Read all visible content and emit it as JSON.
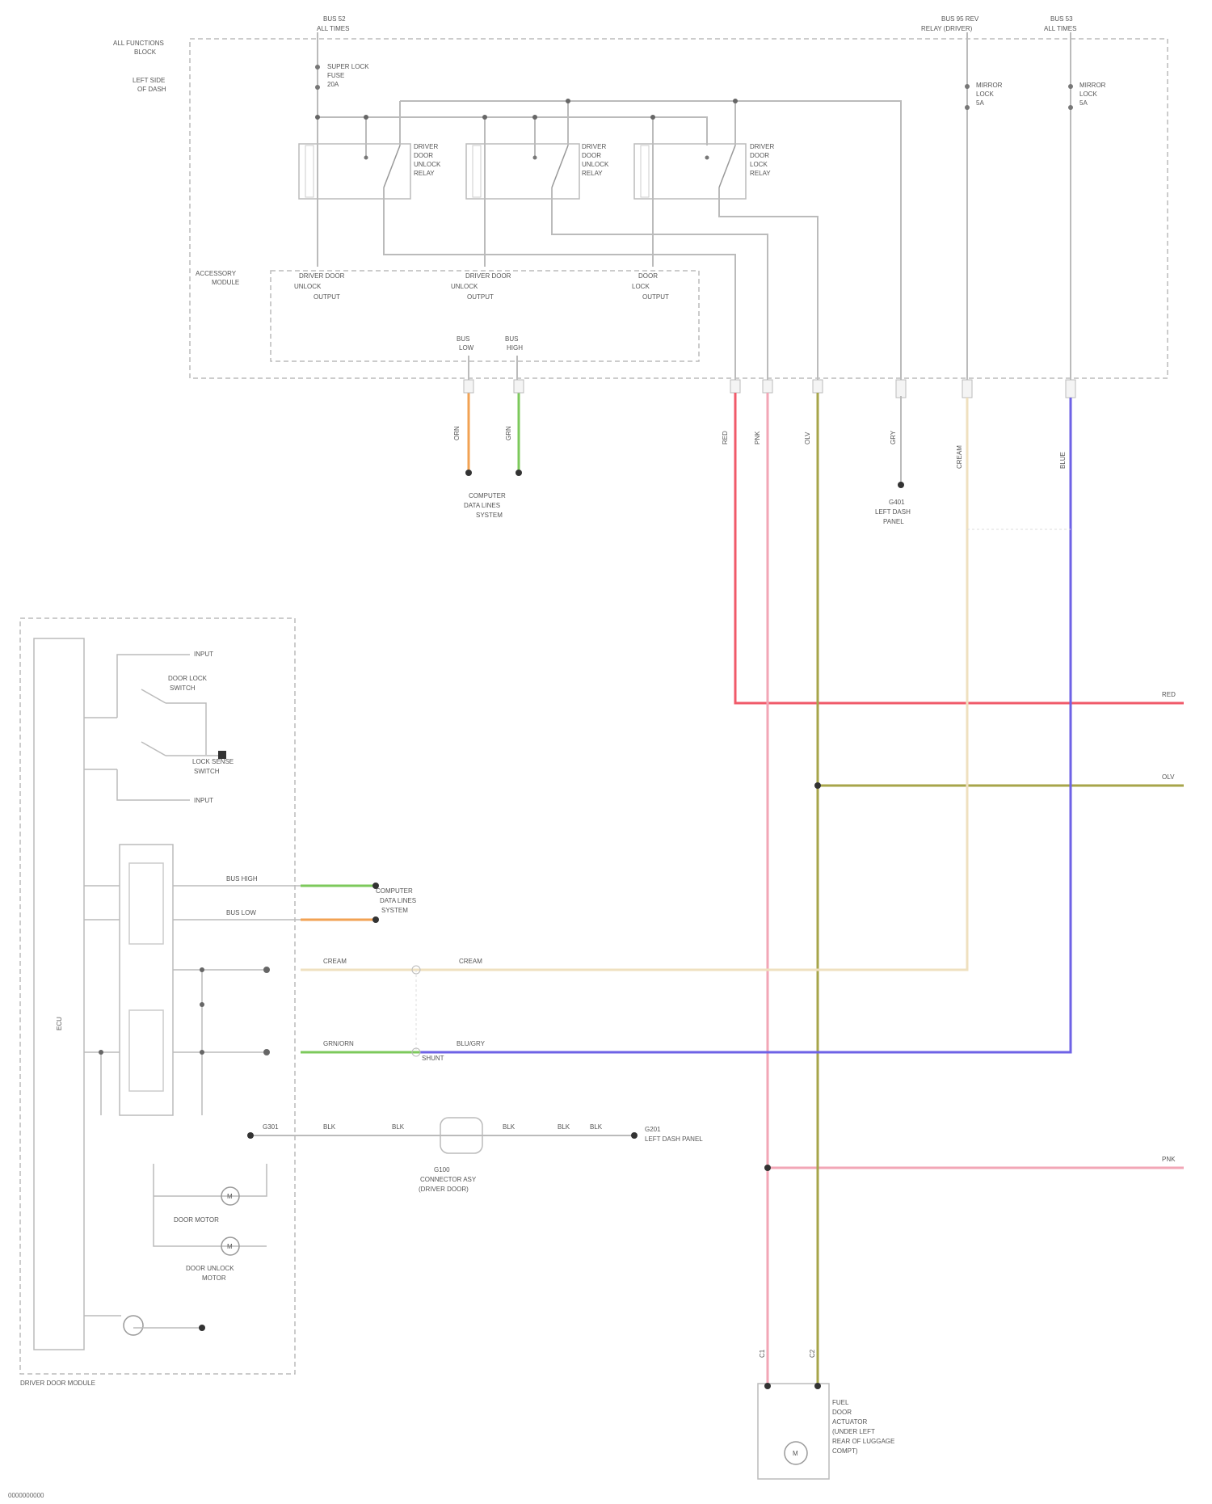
{
  "colors": {
    "red": "#f05a6a",
    "pink": "#f2a6b6",
    "olive": "#a7a54a",
    "cream": "#efe0bf",
    "blue": "#6e62e6",
    "orange": "#f2a253",
    "green": "#7cc95b",
    "grey": "#b9b9b9"
  },
  "text": {
    "top_left_fuse": [
      "BUS 52",
      "ALL TIMES"
    ],
    "top_mid_fuse": [
      "BUS 95 REV",
      "RELAY (DRIVER)"
    ],
    "top_right_fuse": [
      "BUS 53",
      "ALL TIMES"
    ],
    "box_title": [
      "ALL FUNCTIONS",
      "BLOCK"
    ],
    "box_sub": [
      "LEFT SIDE",
      "OF DASH"
    ],
    "fuse_a": [
      "SUPER LOCK",
      "FUSE",
      "20A"
    ],
    "relay_1": [
      "DRIVER",
      "DOOR",
      "UNLOCK",
      "RELAY"
    ],
    "relay_2": [
      "DRIVER",
      "DOOR",
      "UNLOCK",
      "RELAY"
    ],
    "relay_3": [
      "DRIVER",
      "DOOR",
      "LOCK",
      "RELAY"
    ],
    "fuse_b": [
      "MIRROR",
      "LOCK",
      "5A"
    ],
    "fuse_c": [
      "MIRROR",
      "LOCK",
      "5A"
    ],
    "module_title": [
      "ACCESSORY",
      "MODULE"
    ],
    "ctl_1": [
      "DRIVER DOOR",
      "UNLOCK",
      "OUTPUT"
    ],
    "ctl_2": [
      "DRIVER DOOR",
      "UNLOCK",
      "OUTPUT"
    ],
    "ctl_3": [
      "DOOR",
      "LOCK",
      "OUTPUT"
    ],
    "can_a": [
      "BUS",
      "LOW"
    ],
    "can_b": [
      "BUS",
      "HIGH"
    ],
    "gateway": [
      "COMPUTER",
      "DATA LINES",
      "SYSTEM"
    ],
    "ground_lp": [
      "G401",
      "LEFT DASH",
      "PANEL"
    ],
    "wire_codes": [
      "ORN",
      "GRN",
      "RED",
      "PNK",
      "OLV",
      "GRY",
      "CREAM",
      "BLUE"
    ],
    "right_labels": [
      "RED",
      "OLV",
      "PNK"
    ],
    "driver_module": "DRIVER DOOR MODULE",
    "ecu": "ECU",
    "lock_switch": [
      "DOOR LOCK",
      "SWITCH"
    ],
    "sense_switch": [
      "LOCK SENSE",
      "SWITCH"
    ],
    "sig_in": "INPUT",
    "sig_out": "INPUT",
    "can_tx": [
      "BUS HIGH",
      "BUS LOW"
    ],
    "can_link": [
      "COMPUTER",
      "DATA LINES",
      "SYSTEM"
    ],
    "row_wires": [
      "CREAM",
      "CREAM",
      "GRN/ORN",
      "BLU/GRY"
    ],
    "ground_row": [
      "G301",
      "BLK",
      "BLK",
      "BLK",
      "BLK",
      "BLK"
    ],
    "ground_label": [
      "G201",
      "LEFT DASH PANEL"
    ],
    "gc_label": [
      "G100",
      "CONNECTOR ASY",
      "(DRIVER DOOR)"
    ],
    "motor_1": "DOOR MOTOR",
    "motor_2": [
      "DOOR UNLOCK",
      "MOTOR"
    ],
    "actuator": [
      "FUEL",
      "DOOR",
      "ACTUATOR",
      "(UNDER LEFT",
      "REAR OF LUGGAGE",
      "COMPT)"
    ],
    "connector_small": [
      "C1",
      "C2"
    ],
    "shunt": "SHUNT",
    "motor_pin": "M",
    "footer": "0000000000"
  }
}
